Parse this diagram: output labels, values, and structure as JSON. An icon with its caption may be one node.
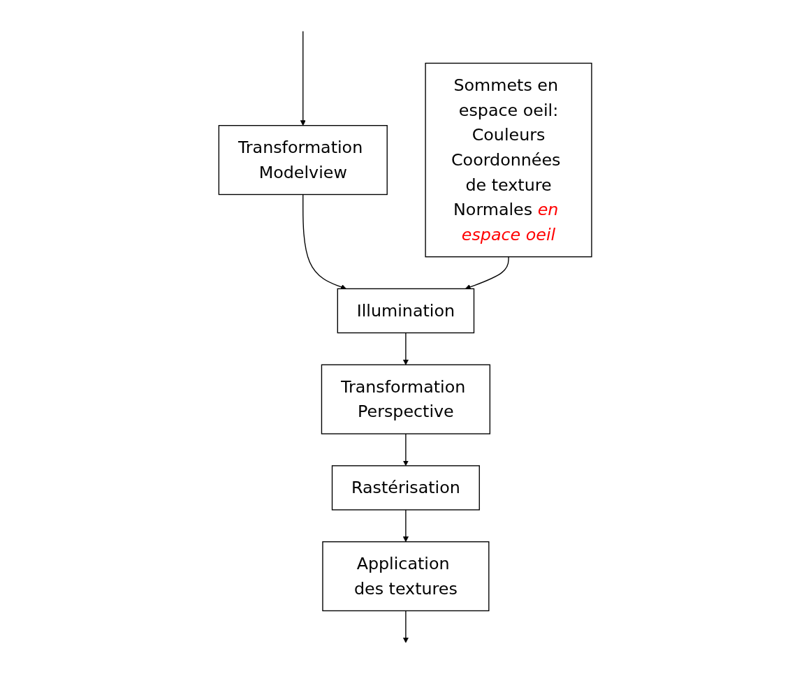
{
  "diagram": {
    "nodes": [
      {
        "text": [
          "Transformation Modelview"
        ]
      },
      {
        "text": [
          "Sommets en espace oeil:",
          "Couleurs",
          "Coordonnées de texture",
          "Normales *en espace oeil*"
        ]
      },
      {
        "text": [
          "Illumination"
        ]
      },
      {
        "text": [
          "Transformation Perspective"
        ]
      },
      {
        "text": [
          "Rastérisation"
        ]
      },
      {
        "text": [
          "Application des textures"
        ]
      }
    ],
    "edges": [
      {
        "from": null,
        "to": 0,
        "arrow": "to"
      },
      {
        "from": 0,
        "to": 2,
        "arrow": "to"
      },
      {
        "from": 1,
        "to": 2,
        "arrow": "to"
      },
      {
        "from": 2,
        "to": 3,
        "arrow": "to"
      },
      {
        "from": 3,
        "to": 4,
        "arrow": "to"
      },
      {
        "from": 4,
        "to": 5,
        "arrow": "to"
      },
      {
        "from": 5,
        "to": null,
        "arrow": "to"
      }
    ]
  }
}
